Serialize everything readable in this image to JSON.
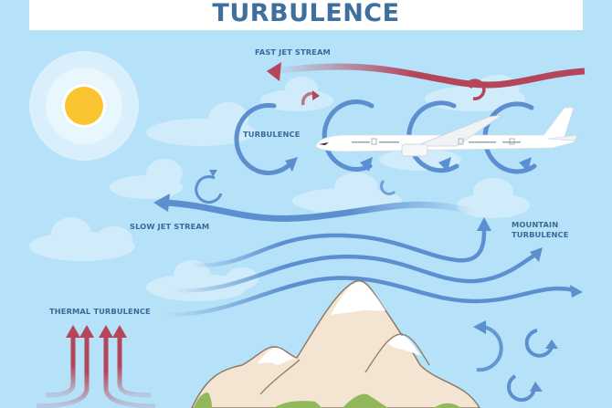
{
  "title": "TURBULENCE",
  "labels": {
    "fast_jet_stream": "FAST JET STREAM",
    "turbulence": "TURBULENCE",
    "slow_jet_stream": "SLOW JET STREAM",
    "mountain_turbulence_line1": "MOUNTAIN",
    "mountain_turbulence_line2": "TURBULENCE",
    "thermal_turbulence": "THERMAL TURBULENCE"
  },
  "colors": {
    "sky": "#b5e2f8",
    "title_text": "#3f6f9e",
    "label_text": "#3a6a99",
    "blue_arrow": "#5b8fcf",
    "red_arrow": "#b5455a",
    "sun": "#fbc531",
    "mountain": "#f4e4d2",
    "snow": "#ffffff",
    "grass": "#92b85c",
    "outline": "#8f7a66"
  },
  "icons": [
    "sun-icon",
    "airplane-icon",
    "mountain-icon",
    "cloud-icon",
    "curved-arrow-icon"
  ]
}
